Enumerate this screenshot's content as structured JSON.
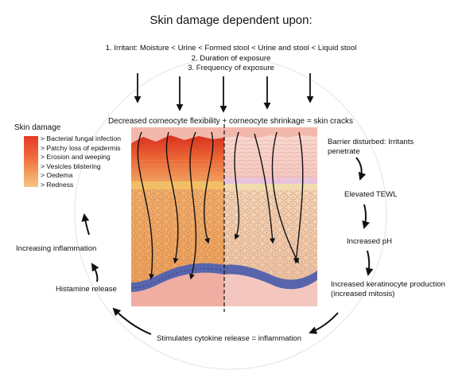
{
  "title": "Skin damage dependent upon:",
  "factors": [
    "1. Irritant: Moisture < Urine < Formed stool < Urine and stool < Liquid stool",
    "2. Duration of exposure",
    "3. Frequency of exposure"
  ],
  "headline": "Decreased corneocyte flexibility + corneocyte shrinkage = skin cracks",
  "legend": {
    "title": "Skin damage",
    "items": [
      "> Bacterial fungal infection",
      "> Patchy loss of epidermis",
      "> Erosion and weeping",
      "> Vesicles blistering",
      "> Oedema",
      "> Redness"
    ]
  },
  "cycle": {
    "barrier_line1": "Barrier disturbed: Irritants",
    "barrier_line2": "penetrate",
    "tewl": "Elevated TEWL",
    "ph": "Increased pH",
    "kerat_line1": "Increased keratinocyte production",
    "kerat_line2": "(increased mitosis)",
    "cytokine": "Stimulates cytokine release = inflammation",
    "histamine": "Histamine release",
    "inflammation": "Increasing inflammation"
  },
  "colors": {
    "damaged_epidermis": "#e8452c",
    "healthy_epidermis": "#f6d2cb",
    "basal_cells": "#5562a8",
    "dermis": "#f1b1a7",
    "arrow": "#111111"
  }
}
